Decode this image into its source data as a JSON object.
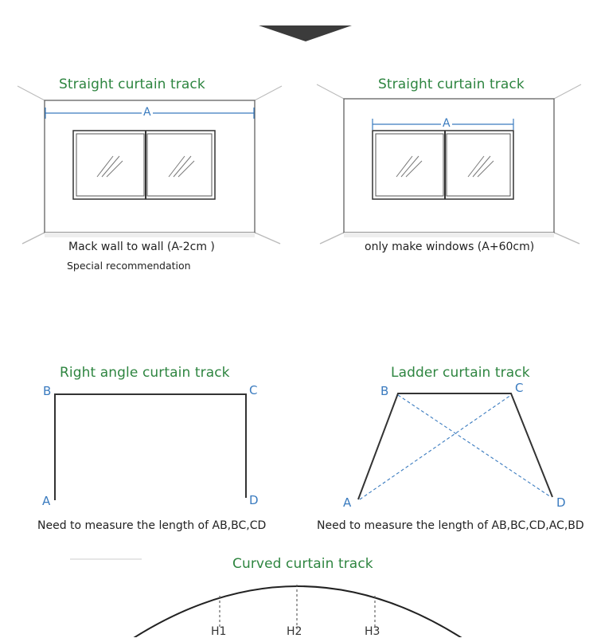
{
  "panels": {
    "straight_wall": {
      "title": "Straight curtain track",
      "dimension_label": "A",
      "caption": "Mack wall to wall (A-2cm )",
      "note": "Special recommendation"
    },
    "straight_window": {
      "title": "Straight curtain track",
      "dimension_label": "A",
      "caption": "only make windows (A+60cm)"
    },
    "right_angle": {
      "title": "Right angle curtain track",
      "points": [
        "A",
        "B",
        "C",
        "D"
      ],
      "caption": "Need to measure the length of AB,BC,CD"
    },
    "ladder": {
      "title": "Ladder curtain track",
      "points": [
        "A",
        "B",
        "C",
        "D"
      ],
      "caption": "Need to measure the length of AB,BC,CD,AC,BD"
    },
    "curved": {
      "title": "Curved curtain track",
      "heights": [
        "H1",
        "H2",
        "H3"
      ]
    }
  },
  "colors": {
    "title_green": "#2e8540",
    "line_blue": "#3a7bbf",
    "line_dark": "#333333",
    "arrow": "#3b3b3b"
  },
  "icons": [
    "down-arrow-icon"
  ]
}
